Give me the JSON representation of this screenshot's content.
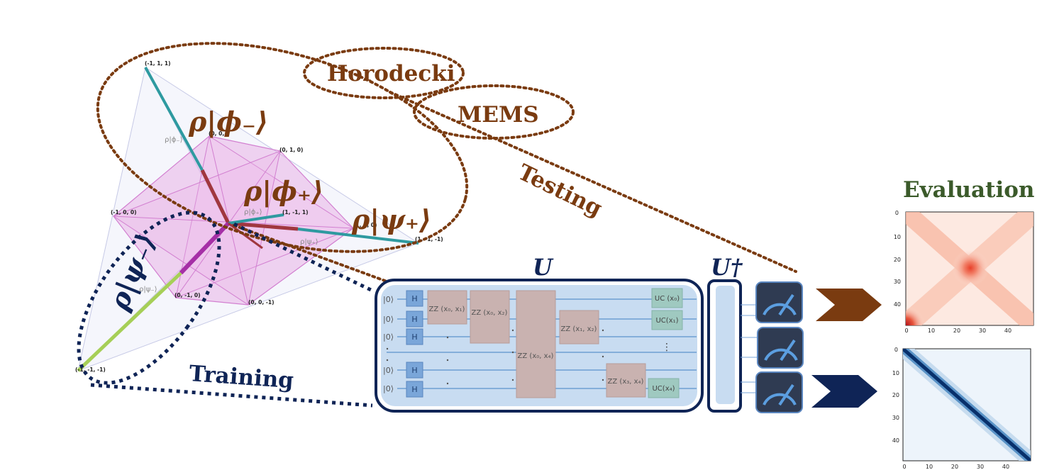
{
  "labels": {
    "rho_phi_minus": "ρ|ϕ₋⟩",
    "rho_phi_plus": "ρ|ϕ₊⟩",
    "rho_psi_plus": "ρ|ψ₊⟩",
    "rho_psi_minus": "ρ|ψ₋⟩",
    "horodecki": "Horodecki",
    "mems": "MEMS",
    "testing": "Testing",
    "training": "Training",
    "evaluation": "Evaluation",
    "u": "U",
    "u_dagger": "U†"
  },
  "tetra_vertices": {
    "top": "(-1, 1, 1)",
    "right": "(1, -1, -1)",
    "bottom": "(-1, -1, -1)",
    "v010": "(0, 1, 0)",
    "v00": "(0, 0,",
    "v100": "(1, 0, 0)",
    "vm100": "(-1, 0, 0)",
    "v0m10": "(0, -1, 0)",
    "v00m1": "(0, 0, -1)",
    "v1m11": "(1, -1, 1)"
  },
  "inner_labels": {
    "phi_minus": "ρ|ϕ₋⟩",
    "phi_plus": "ρ|ϕ₊⟩",
    "psi_plus": "ρ|ψ₊⟩",
    "psi_minus": "ρ|ψ₋⟩"
  },
  "circuit": {
    "kets": [
      "|0⟩",
      "|0⟩",
      "|0⟩",
      "|0⟩",
      "|0⟩"
    ],
    "h": "H",
    "zz01": "ZZ (x₀, x₁)",
    "zz02": "ZZ (x₀, x₂)",
    "zz04": "ZZ (x₀, x₄)",
    "zz12": "ZZ (x₁, x₂)",
    "zz34": "ZZ (x₃, x₄)",
    "uc0": "UC (x₀)",
    "uc1": "UC(x₁)",
    "uc4": "UC(x₄)",
    "vdots": "⋮"
  },
  "heatmap_top": {
    "yticks": [
      "0",
      "10",
      "20",
      "30",
      "40"
    ],
    "xticks": [
      "0",
      "10",
      "20",
      "30",
      "40"
    ]
  },
  "heatmap_bottom": {
    "yticks": [
      "0",
      "10",
      "20",
      "30",
      "40"
    ],
    "xticks": [
      "0",
      "10",
      "20",
      "30",
      "40"
    ]
  },
  "colors": {
    "brown": "#7a3b10",
    "navy": "#0f2456",
    "green": "#3b5a2a",
    "panel": "#c8dcf1",
    "meter": "#2f3b52"
  }
}
